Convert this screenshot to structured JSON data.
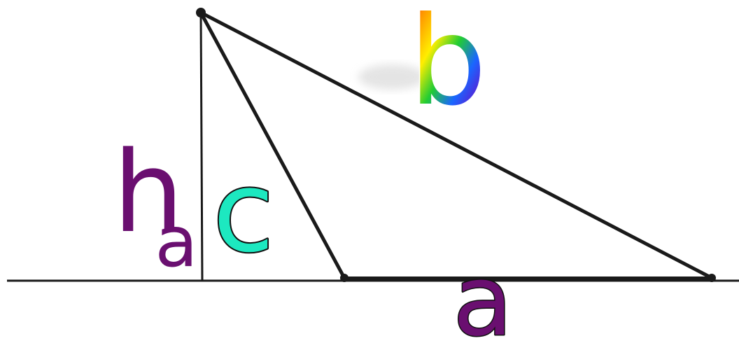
{
  "labels": {
    "side_a": "a",
    "side_b": "b",
    "side_c": "c",
    "height_main": "h",
    "height_sub": "a"
  },
  "colors": {
    "line": "#1a1a1a",
    "label_a": "#6a0f70",
    "label_h": "#6a0f70",
    "label_c": "#1de8c0",
    "label_b_gradient": [
      "#ff1a1a",
      "#ff9900",
      "#ffee00",
      "#22cc33",
      "#1a66ff",
      "#6611cc",
      "#cc22cc"
    ]
  }
}
